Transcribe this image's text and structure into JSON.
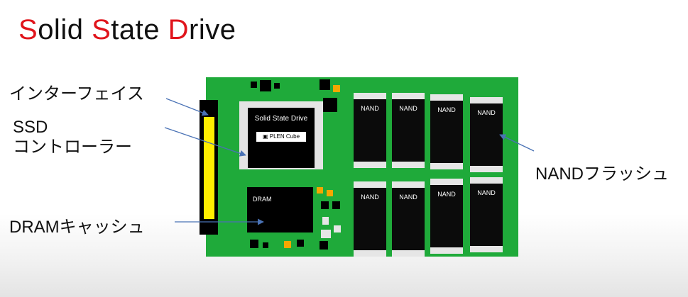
{
  "title": {
    "letters": [
      "S",
      "olid ",
      "S",
      "tate ",
      "D",
      "rive"
    ]
  },
  "labels": {
    "interface": "インターフェイス",
    "controller_line1": "SSD",
    "controller_line2": "コントローラー",
    "dram_cache": "DRAMキャッシュ",
    "nand_flash": "NANDフラッシュ"
  },
  "board": {
    "controller_text": "Solid State Drive",
    "controller_logo": "PLEN Cube",
    "dram_text": "DRAM",
    "nand_chips": [
      "NAND",
      "NAND",
      "NAND",
      "NAND",
      "NAND",
      "NAND",
      "NAND",
      "NAND"
    ]
  },
  "colors": {
    "accent_red": "#e0141b",
    "pcb_green": "#1faa3a",
    "connector_gold": "#ffee00",
    "arrow_blue": "#4a72b5",
    "small_part_orange": "#f5a700"
  }
}
